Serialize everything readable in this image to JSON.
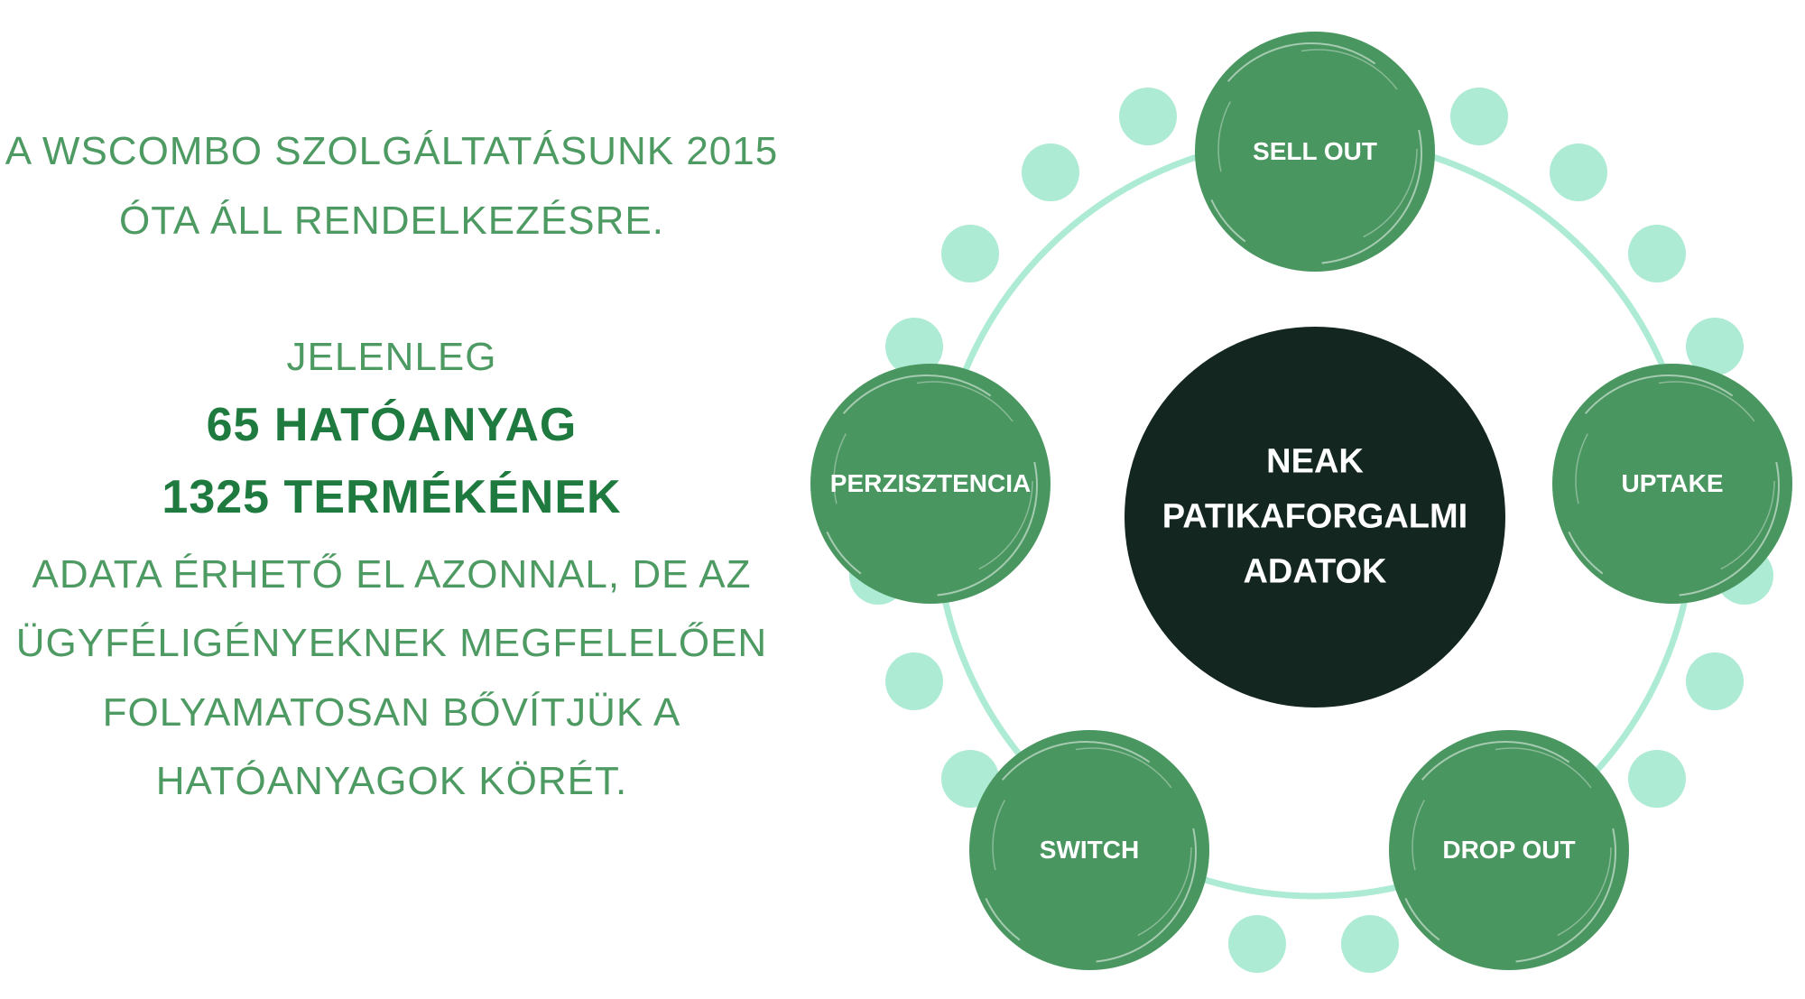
{
  "intro": {
    "line1": "A WSCOMBO SZOLGÁLTATÁSUNK 2015",
    "line2": "ÓTA ÁLL RENDELKEZÉSRE.",
    "line3": "JELENLEG",
    "line4": "65 HATÓANYAG",
    "line5": "1325 TERMÉKÉNEK",
    "line6": "ADATA ÉRHETŐ EL AZONNAL, DE AZ",
    "line7": "ÜGYFÉLIGÉNYEKNEK MEGFELELŐEN",
    "line8": "FOLYAMATOSAN BŐVÍTJÜK A",
    "line9": "HATÓANYAGOK KÖRÉT."
  },
  "diagram": {
    "center": {
      "line1": "NEAK",
      "line2": "PATIKAFORGALMI",
      "line3": "ADATOK"
    },
    "nodes": [
      "SELL OUT",
      "UPTAKE",
      "DROP OUT",
      "SWITCH",
      "PERZISZTENCIA"
    ]
  },
  "colors": {
    "node": "#4a9660",
    "center": "#13261f",
    "dot": "#aeebd4",
    "ring": "#aeebd4",
    "text": "#4e9a63",
    "bold_text": "#1f7a3f"
  }
}
